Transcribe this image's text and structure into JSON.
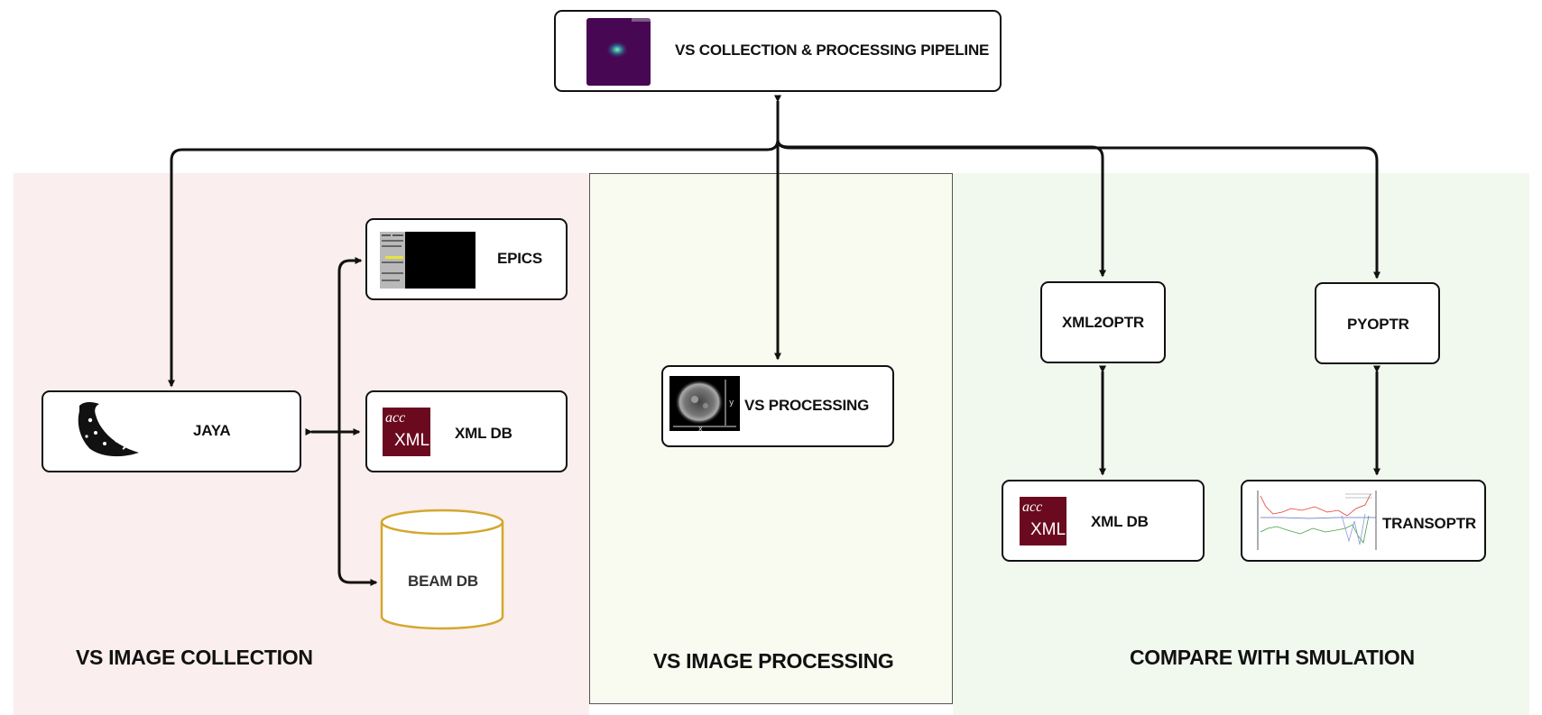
{
  "header": {
    "title": "VS COLLECTION & PROCESSING PIPELINE"
  },
  "sections": {
    "collection": {
      "title": "VS IMAGE COLLECTION",
      "color": "#fbeeee"
    },
    "processing": {
      "title": "VS IMAGE PROCESSING",
      "color": "#f9fbf0"
    },
    "simulation": {
      "title": "COMPARE WITH SMULATION",
      "color": "#f1f9ef"
    }
  },
  "nodes": {
    "jaya": {
      "label": "JAYA",
      "icon": "jaya-logo-icon"
    },
    "epics": {
      "label": "EPICS",
      "icon": "epics-screen-thumbnail"
    },
    "xmldb_left": {
      "label": "XML DB",
      "icon": "acc-xml-logo",
      "logo_top": "acc",
      "logo_bottom": "XML"
    },
    "beamdb": {
      "label": "BEAM DB",
      "shape": "cylinder",
      "color": "#d4a72c"
    },
    "vsproc": {
      "label": "VS PROCESSING",
      "icon": "beam-spot-thumbnail"
    },
    "xml2optr": {
      "label": "XML2OPTR"
    },
    "pyoptr": {
      "label": "PYOPTR"
    },
    "xmldb_right": {
      "label": "XML DB",
      "icon": "acc-xml-logo",
      "logo_top": "acc",
      "logo_bottom": "XML"
    },
    "transoptr": {
      "label": "TRANSOPTR",
      "icon": "transoptr-plot-thumbnail"
    }
  },
  "colors": {
    "xml_logo": "#6b0a1f",
    "pipeline_thumb": "#470752",
    "stroke": "#111111"
  }
}
